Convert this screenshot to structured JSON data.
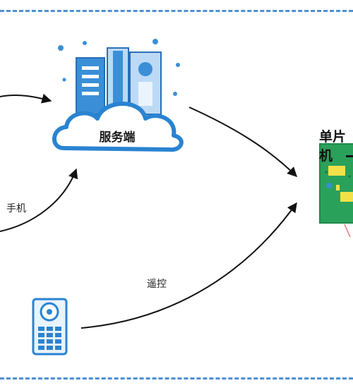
{
  "server": {
    "label": "服务端"
  },
  "mcu": {
    "title": "单片机"
  },
  "edges": {
    "phone_label": "手机",
    "remote_label": "遥控"
  },
  "colors": {
    "dash": "#4f8fd4",
    "cloud_stroke": "#2a83d1",
    "building_dark": "#3a8fd8",
    "building_light": "#bcdaf5",
    "board_green": "#2aa15a",
    "chip_yellow": "#f3e14a",
    "arrow": "#111111",
    "wire_red": "#e07878"
  },
  "icons": [
    "server-cloud-icon",
    "remote-control-icon",
    "mcu-board-icon"
  ]
}
